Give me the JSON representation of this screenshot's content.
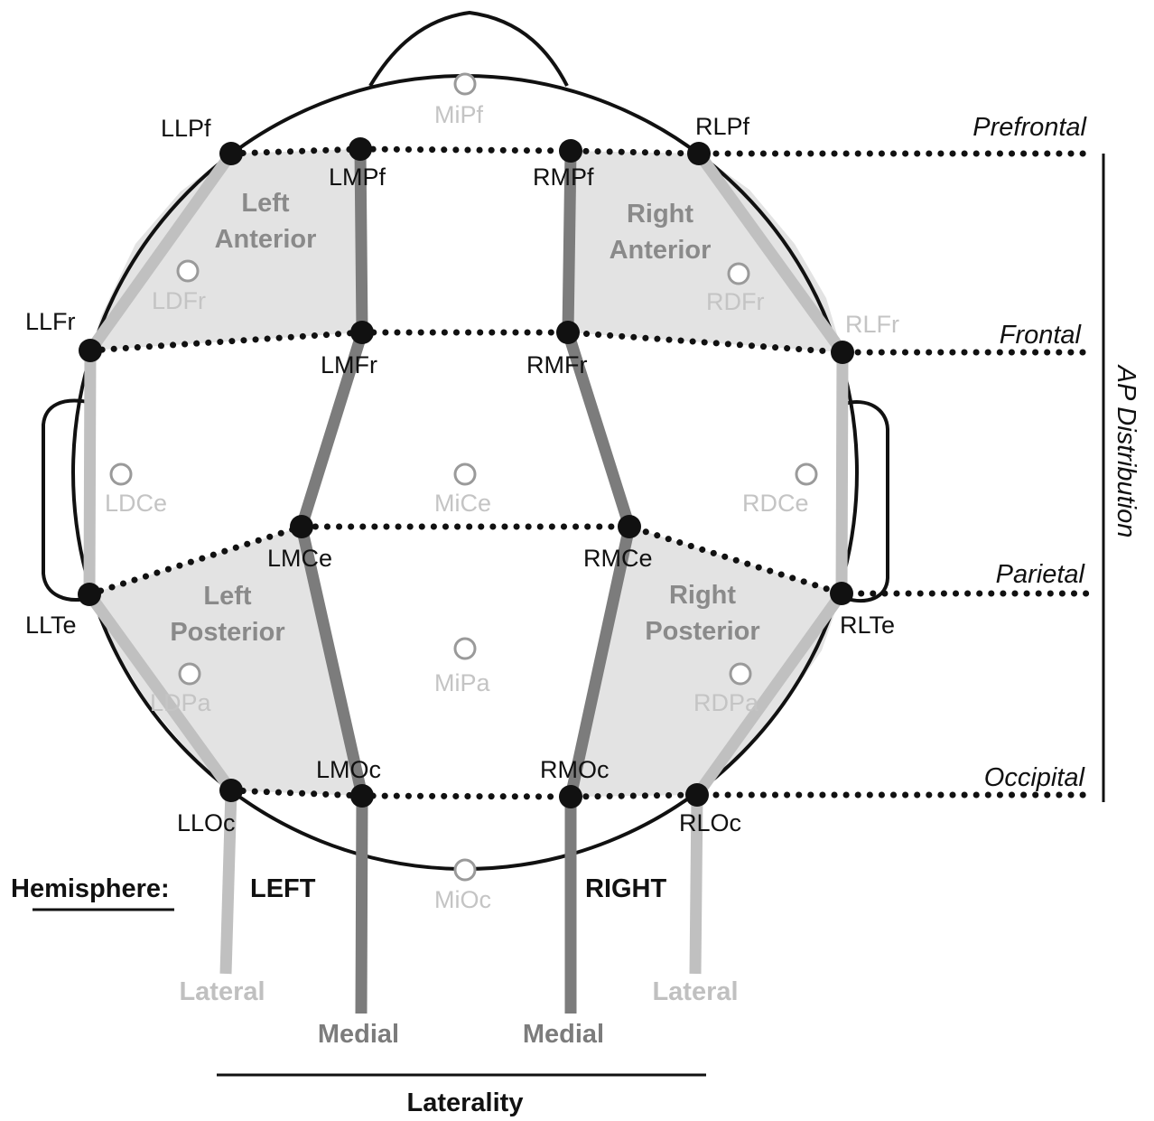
{
  "colors": {
    "ink": "#111111",
    "shaded_region": "#e3e3e3",
    "medial_line": "#7c7c7c",
    "lateral_line": "#c0c0c0",
    "midline_electrode": "#c4c4c4",
    "region_text": "#8a8a8a"
  },
  "electrodes": {
    "LLPf": "LLPf",
    "LMPf": "LMPf",
    "MiPf": "MiPf",
    "RMPf": "RMPf",
    "RLPf": "RLPf",
    "LDFr": "LDFr",
    "RDFr": "RDFr",
    "LLFr": "LLFr",
    "LMFr": "LMFr",
    "RMFr": "RMFr",
    "RLFr": "RLFr",
    "LDCe": "LDCe",
    "MiCe": "MiCe",
    "RDCe": "RDCe",
    "LMCe": "LMCe",
    "RMCe": "RMCe",
    "LLTe": "LLTe",
    "RLTe": "RLTe",
    "LDPa": "LDPa",
    "MiPa": "MiPa",
    "RDPa": "RDPa",
    "LMOc": "LMOc",
    "RMOc": "RMOc",
    "LLOc": "LLOc",
    "RLOc": "RLOc",
    "MiOc": "MiOc"
  },
  "regions": {
    "left_anterior": [
      "Left",
      "Anterior"
    ],
    "right_anterior": [
      "Right",
      "Anterior"
    ],
    "left_posterior": [
      "Left",
      "Posterior"
    ],
    "right_posterior": [
      "Right",
      "Posterior"
    ]
  },
  "ap_levels": {
    "prefrontal": "Prefrontal",
    "frontal": "Frontal",
    "parietal": "Parietal",
    "occipital": "Occipital",
    "axis_title": "AP Distribution"
  },
  "hemisphere": {
    "label": "Hemisphere:",
    "left": "LEFT",
    "right": "RIGHT"
  },
  "laterality": {
    "left_lateral": "Lateral",
    "left_medial": "Medial",
    "right_medial": "Medial",
    "right_lateral": "Lateral",
    "axis_title": "Laterality"
  }
}
